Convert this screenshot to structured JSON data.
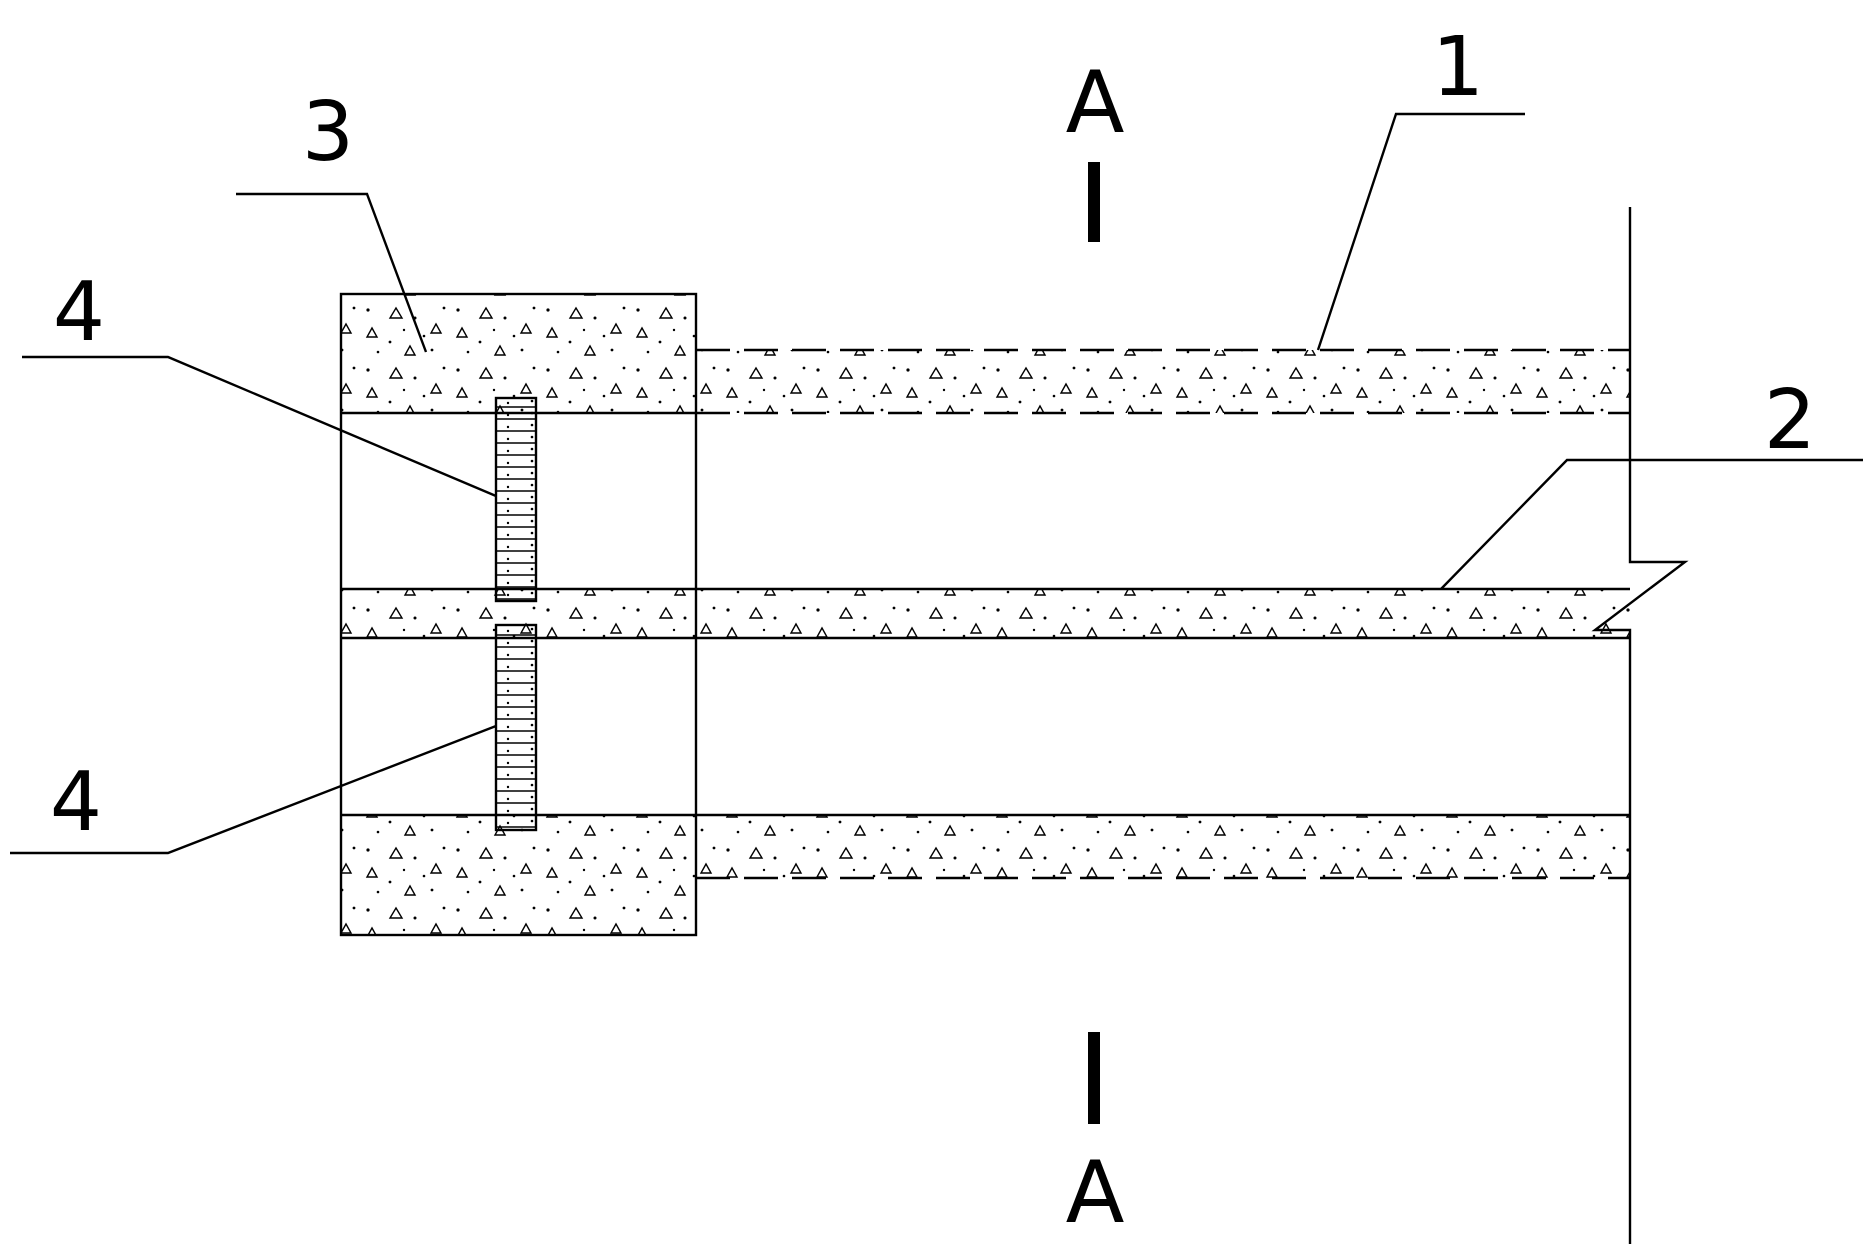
{
  "callouts": {
    "c1": "1",
    "c2": "2",
    "c3": "3",
    "c4_top": "4",
    "c4_bottom": "4"
  },
  "section": {
    "top_letter": "A",
    "bottom_letter": "A"
  }
}
